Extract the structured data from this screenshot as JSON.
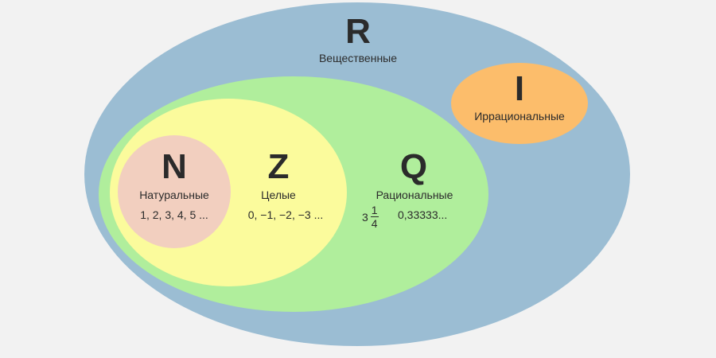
{
  "sets": {
    "real": {
      "letter": "R",
      "name": "Вещественные",
      "color": "#9bbdd3"
    },
    "irrational": {
      "letter": "I",
      "name": "Иррациональные",
      "color": "#fcbd6b"
    },
    "rational": {
      "letter": "Q",
      "name": "Рациональные",
      "color": "#b0ee9c",
      "example_whole": "3",
      "example_numerator": "1",
      "example_denominator": "4",
      "example_decimal": "0,33333..."
    },
    "integer": {
      "letter": "Z",
      "name": "Целые",
      "examples": "0, −1, −2, −3 ...",
      "color": "#fbfb9c"
    },
    "natural": {
      "letter": "N",
      "name": "Натуральные",
      "examples": "1, 2, 3, 4, 5 ...",
      "color": "#f2cfbf"
    }
  }
}
